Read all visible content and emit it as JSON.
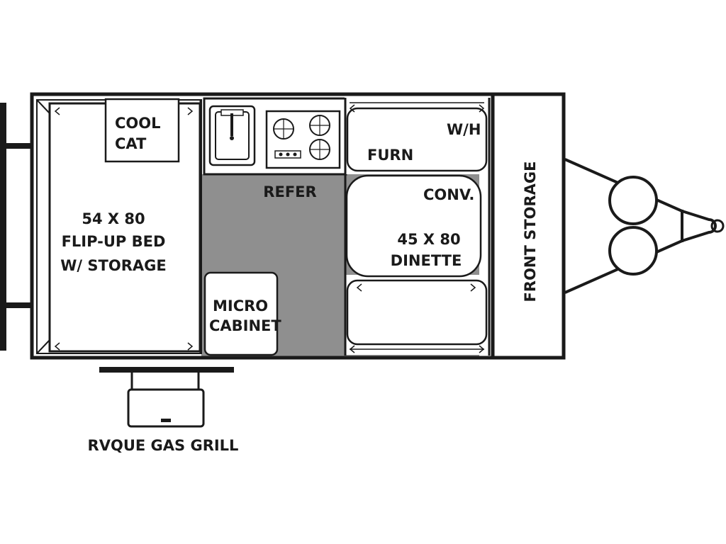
{
  "labels": {
    "cool_cat_1": "COOL",
    "cool_cat_2": "CAT",
    "bed_1": "54 X 80",
    "bed_2": "FLIP-UP BED",
    "bed_3": "W/ STORAGE",
    "refer": "REFER",
    "wh": "W/H",
    "furn": "FURN",
    "conv": "CONV.",
    "dinette_1": "45 X 80",
    "dinette_2": "DINETTE",
    "micro_1": "MICRO",
    "micro_2": "CABINET",
    "front_storage": "FRONT STORAGE",
    "grill": "RVQUE GAS GRILL"
  },
  "colors": {
    "outline": "#1a1a1a",
    "aisle_fill": "#8f8f8f",
    "background": "#ffffff"
  },
  "icons": {
    "sink": "sink-icon",
    "stove": "stove-icon",
    "wheels": "wheel-icon",
    "hitch": "hitch-icon"
  }
}
